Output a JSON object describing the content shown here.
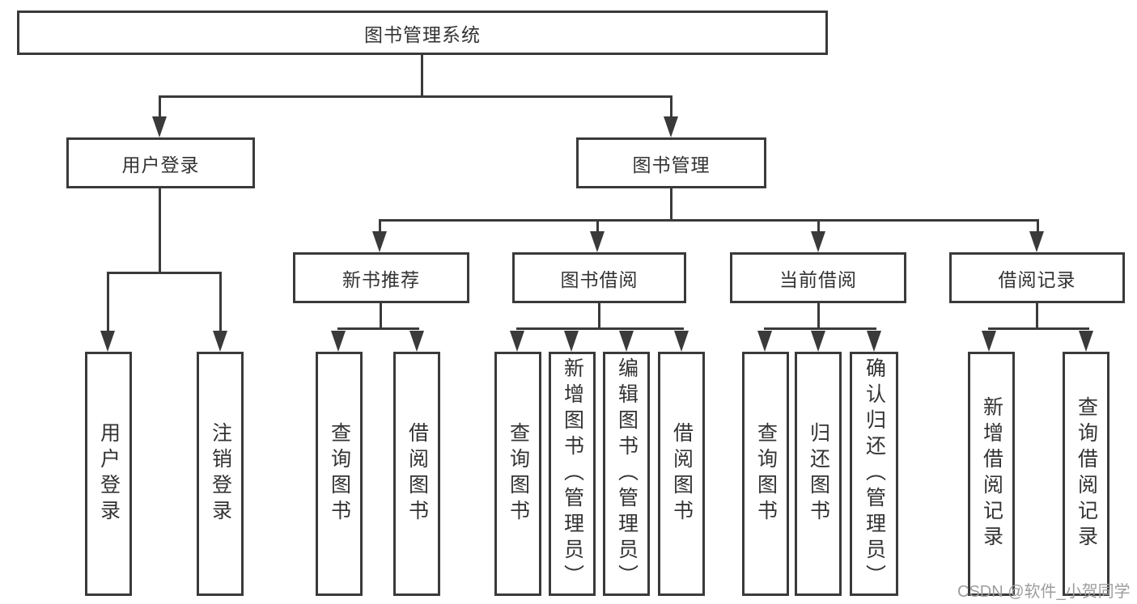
{
  "diagram": {
    "root": {
      "label": "图书管理系统",
      "children": [
        {
          "label": "用户登录",
          "children": [
            "用户登录",
            "注销登录"
          ]
        },
        {
          "label": "图书管理",
          "children": [
            {
              "label": "新书推荐",
              "children": [
                "查询图书",
                "借阅图书"
              ]
            },
            {
              "label": "图书借阅",
              "children": [
                "查询图书",
                "新增图书（管理员）",
                "编辑图书（管理员）",
                "借阅图书"
              ]
            },
            {
              "label": "当前借阅",
              "children": [
                "查询图书",
                "归还图书",
                "确认归还（管理员）"
              ]
            },
            {
              "label": "借阅记录",
              "children": [
                "新增借阅记录",
                "查询借阅记录"
              ]
            }
          ]
        }
      ]
    },
    "watermark": "CSDN @软件_小贺同学",
    "colors": {
      "line": "#3a3a3a",
      "text": "#333333",
      "watermark": "#9d9d9d",
      "background": "#ffffff"
    }
  }
}
